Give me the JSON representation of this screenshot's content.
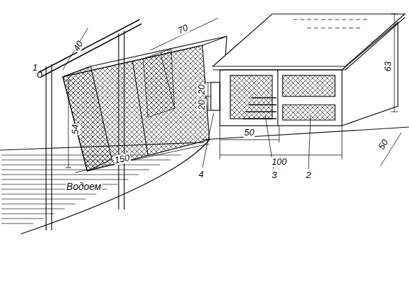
{
  "diagram": {
    "labels": [
      "40",
      "70",
      "1",
      "63",
      "20",
      "54",
      "20",
      "50",
      "150",
      "50",
      "100",
      "Водоем",
      "4",
      "3",
      "2"
    ]
  }
}
